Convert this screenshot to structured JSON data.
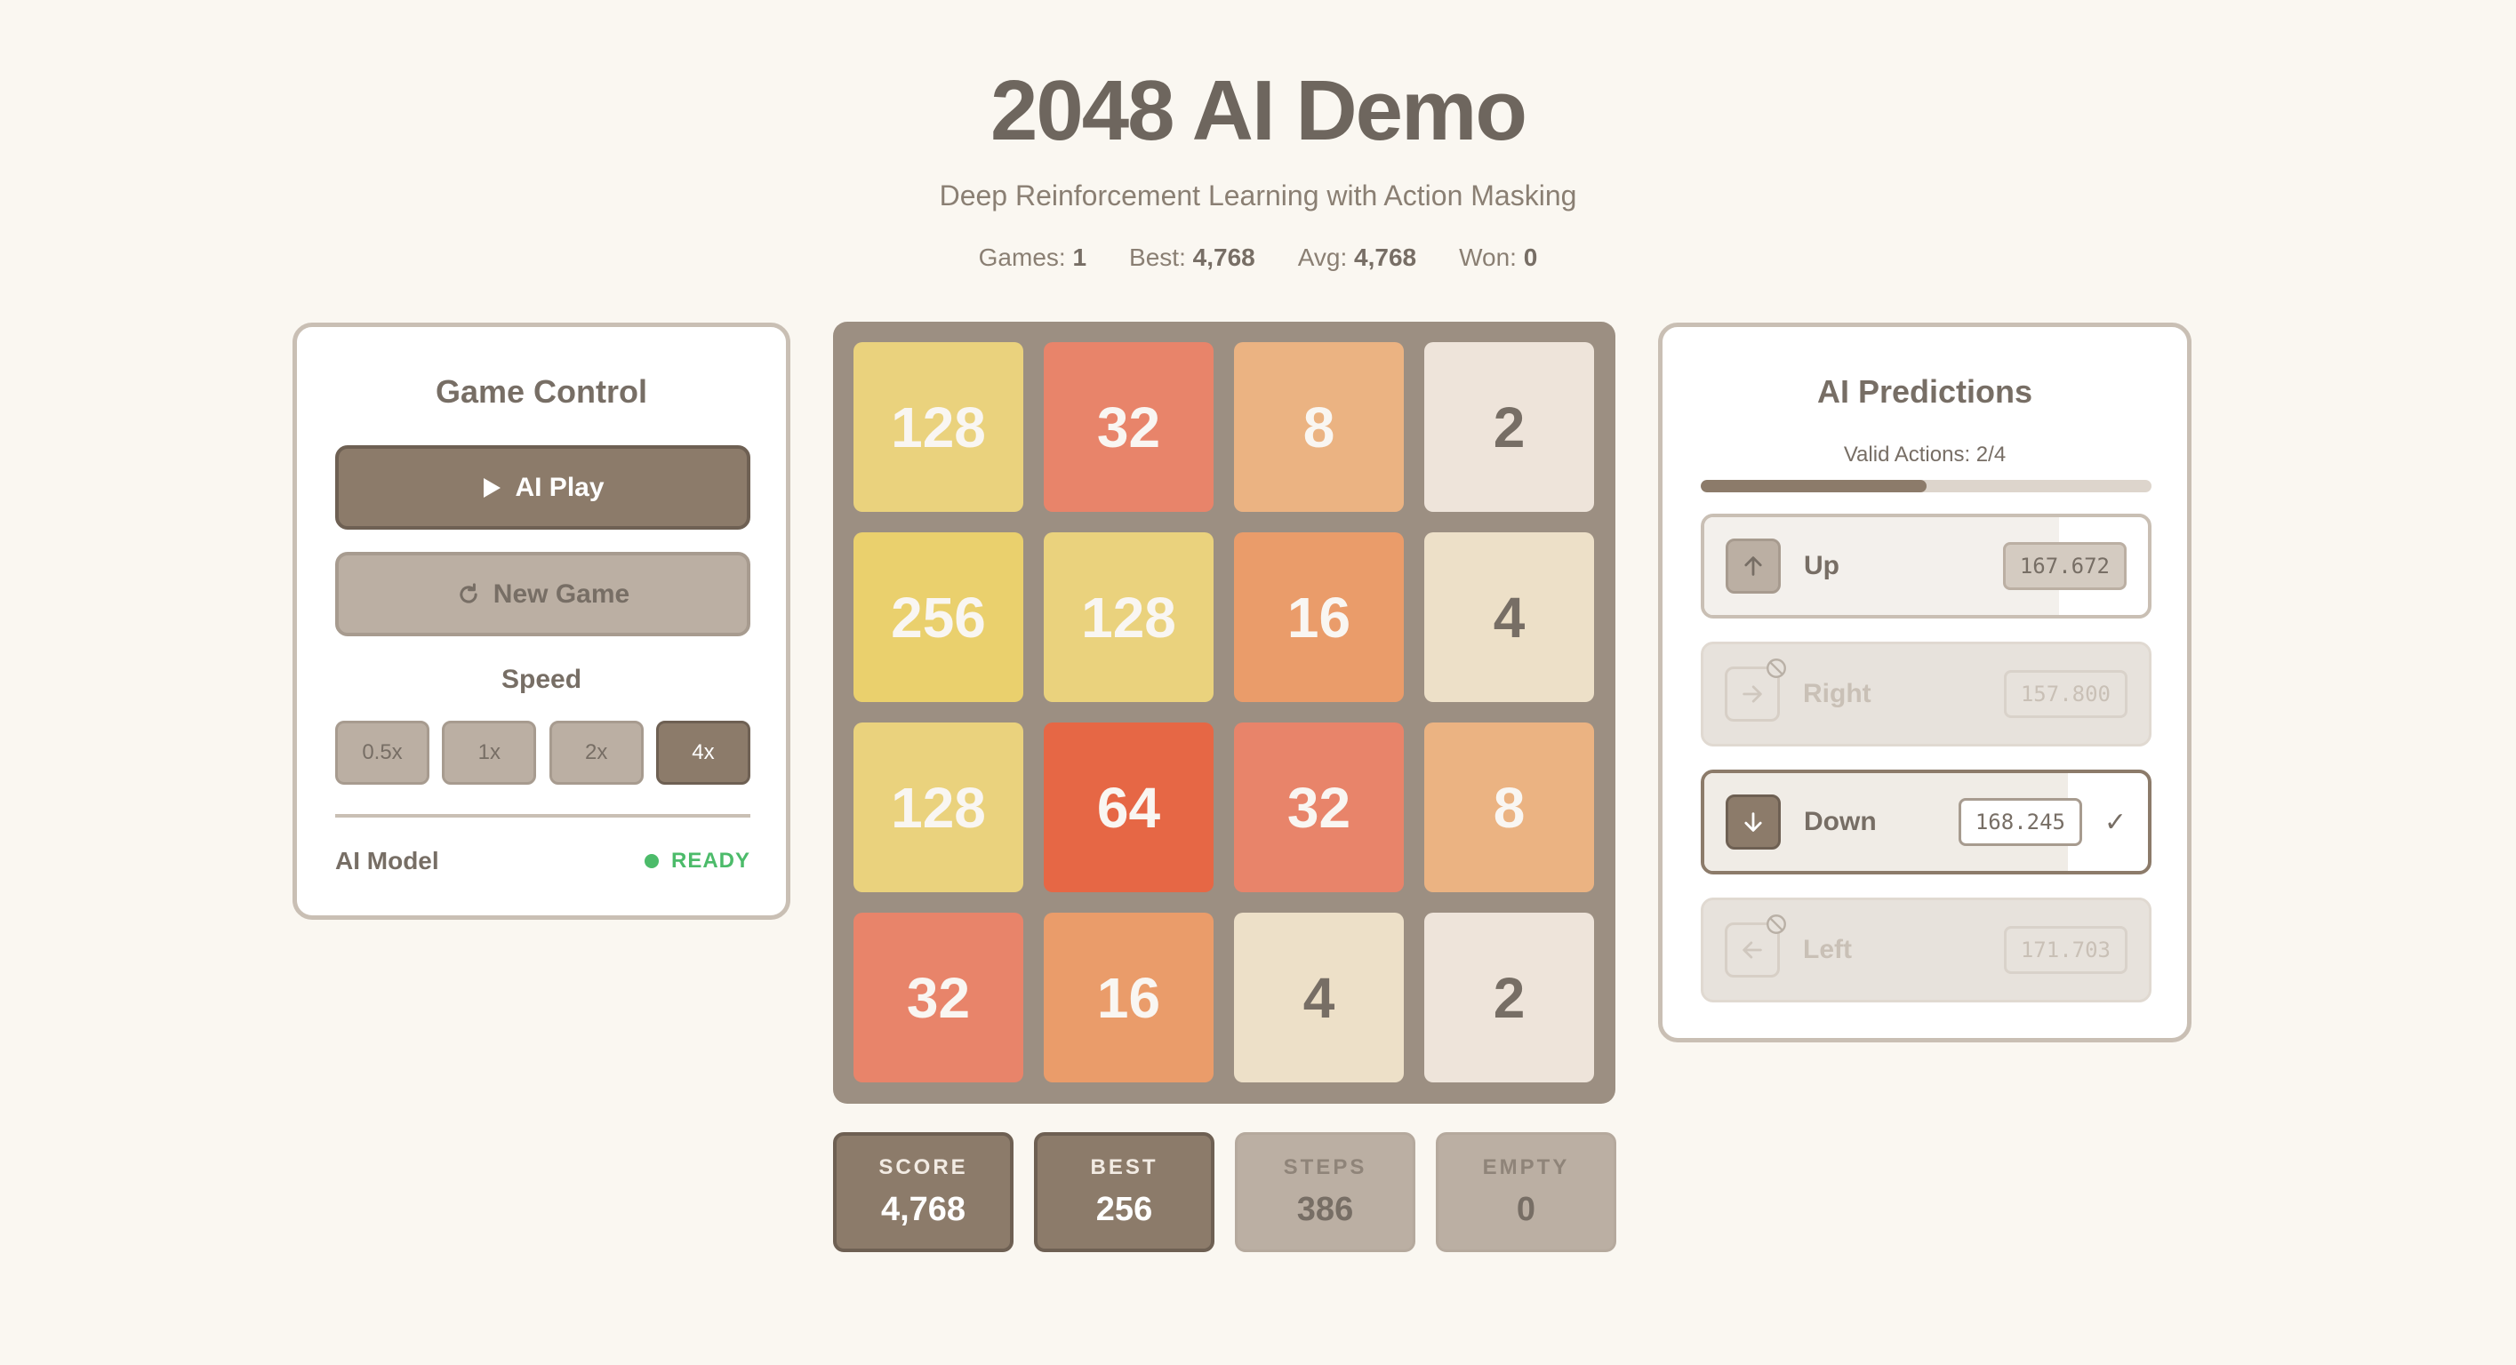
{
  "header": {
    "title": "2048 AI Demo",
    "subtitle": "Deep Reinforcement Learning with Action Masking",
    "stats": [
      {
        "label": "Games:",
        "value": "1"
      },
      {
        "label": "Best:",
        "value": "4,768"
      },
      {
        "label": "Avg:",
        "value": "4,768"
      },
      {
        "label": "Won:",
        "value": "0"
      }
    ]
  },
  "control": {
    "title": "Game Control",
    "ai_play_label": "AI Play",
    "new_game_label": "New Game",
    "speed_label": "Speed",
    "speeds": [
      "0.5x",
      "1x",
      "2x",
      "4x"
    ],
    "active_speed": "4x",
    "model_label": "AI Model",
    "model_status": "READY"
  },
  "board": {
    "cells": [
      [
        128,
        32,
        8,
        2
      ],
      [
        256,
        128,
        16,
        4
      ],
      [
        128,
        64,
        32,
        8
      ],
      [
        32,
        16,
        4,
        2
      ]
    ]
  },
  "scores": [
    {
      "label": "SCORE",
      "value": "4,768",
      "style": "dark"
    },
    {
      "label": "BEST",
      "value": "256",
      "style": "dark"
    },
    {
      "label": "STEPS",
      "value": "386",
      "style": "light"
    },
    {
      "label": "EMPTY",
      "value": "0",
      "style": "light"
    }
  ],
  "predictions": {
    "title": "AI Predictions",
    "valid_actions_label": "Valid Actions: 2/4",
    "valid_fraction": 0.5,
    "actions": [
      {
        "name": "Up",
        "value": "167.672",
        "state": "valid",
        "icon": "arrow-up-icon",
        "bar": 0.8
      },
      {
        "name": "Right",
        "value": "157.800",
        "state": "invalid",
        "icon": "arrow-right-icon",
        "bar": 0
      },
      {
        "name": "Down",
        "value": "168.245",
        "state": "chosen",
        "icon": "arrow-down-icon",
        "bar": 0.82
      },
      {
        "name": "Left",
        "value": "171.703",
        "state": "invalid",
        "icon": "arrow-left-icon",
        "bar": 0
      }
    ],
    "chosen_mark": "✓"
  },
  "colors": {
    "accent": "#8c7b6a",
    "ready": "#4cbb6a",
    "board": "#9c8f82"
  }
}
